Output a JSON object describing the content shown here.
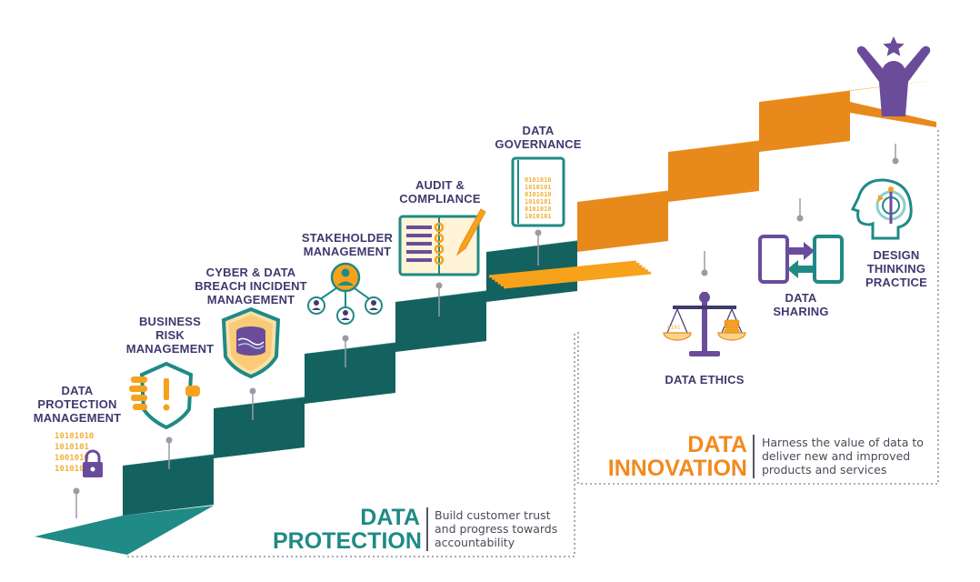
{
  "colors": {
    "teal": "#1f8a86",
    "teal_dark": "#13625f",
    "orange": "#f7a21b",
    "orange_dark": "#e8891c",
    "purple": "#6b4c9a",
    "navy": "#3e3a6e",
    "dots": "#7a7a8c"
  },
  "steps": [
    {
      "id": "data-protection-management",
      "lines": [
        "DATA",
        "PROTECTION",
        "MANAGEMENT"
      ],
      "icon": "binary-lock-icon"
    },
    {
      "id": "business-risk-management",
      "lines": [
        "BUSINESS",
        "RISK",
        "MANAGEMENT"
      ],
      "icon": "shield-alert-icon"
    },
    {
      "id": "cyber-data-breach",
      "lines": [
        "CYBER & DATA",
        "BREACH INCIDENT",
        "MANAGEMENT"
      ],
      "icon": "shield-database-icon"
    },
    {
      "id": "stakeholder-management",
      "lines": [
        "STAKEHOLDER",
        "MANAGEMENT"
      ],
      "icon": "people-network-icon"
    },
    {
      "id": "audit-compliance",
      "lines": [
        "AUDIT &",
        "COMPLIANCE"
      ],
      "icon": "notebook-pen-icon"
    },
    {
      "id": "data-governance",
      "lines": [
        "DATA",
        "GOVERNANCE"
      ],
      "icon": "binary-book-icon"
    },
    {
      "id": "data-ethics",
      "lines": [
        "DATA ETHICS"
      ],
      "icon": "scales-icon"
    },
    {
      "id": "data-sharing",
      "lines": [
        "DATA",
        "SHARING"
      ],
      "icon": "tablet-exchange-icon"
    },
    {
      "id": "design-thinking",
      "lines": [
        "DESIGN",
        "THINKING",
        "PRACTICE"
      ],
      "icon": "head-gears-icon"
    }
  ],
  "sections": {
    "protection": {
      "title": [
        "DATA",
        "PROTECTION"
      ],
      "desc": [
        "Build customer trust",
        "and progress towards",
        "accountability"
      ]
    },
    "innovation": {
      "title": [
        "DATA",
        "INNOVATION"
      ],
      "desc": [
        "Harness the value of data to",
        "deliver new and improved",
        "products and services"
      ]
    }
  },
  "icons": {
    "person": "person-star-icon"
  }
}
